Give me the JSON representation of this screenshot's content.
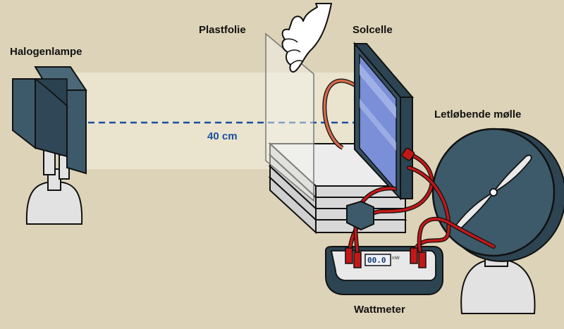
{
  "labels": {
    "halogen_lamp": "Halogenlampe",
    "plastic_foil": "Plastfolie",
    "solar_cell": "Solcelle",
    "windmill": "Letløbende mølle",
    "wattmeter": "Wattmeter",
    "distance": "40 cm"
  },
  "wattmeter_display": {
    "reading": "00.0",
    "unit": "mW"
  },
  "colors": {
    "background": "#ddd3b8",
    "device_dark": "#3d5a6a",
    "outline": "#111111",
    "light_beam": "#ece6d2",
    "distance_line": "#1a4f9c",
    "wire_red": "#c41818",
    "wire_orange": "#d46a4a",
    "solar_panel": "#7a8fd8",
    "support_gray": "#e2e2e2"
  }
}
